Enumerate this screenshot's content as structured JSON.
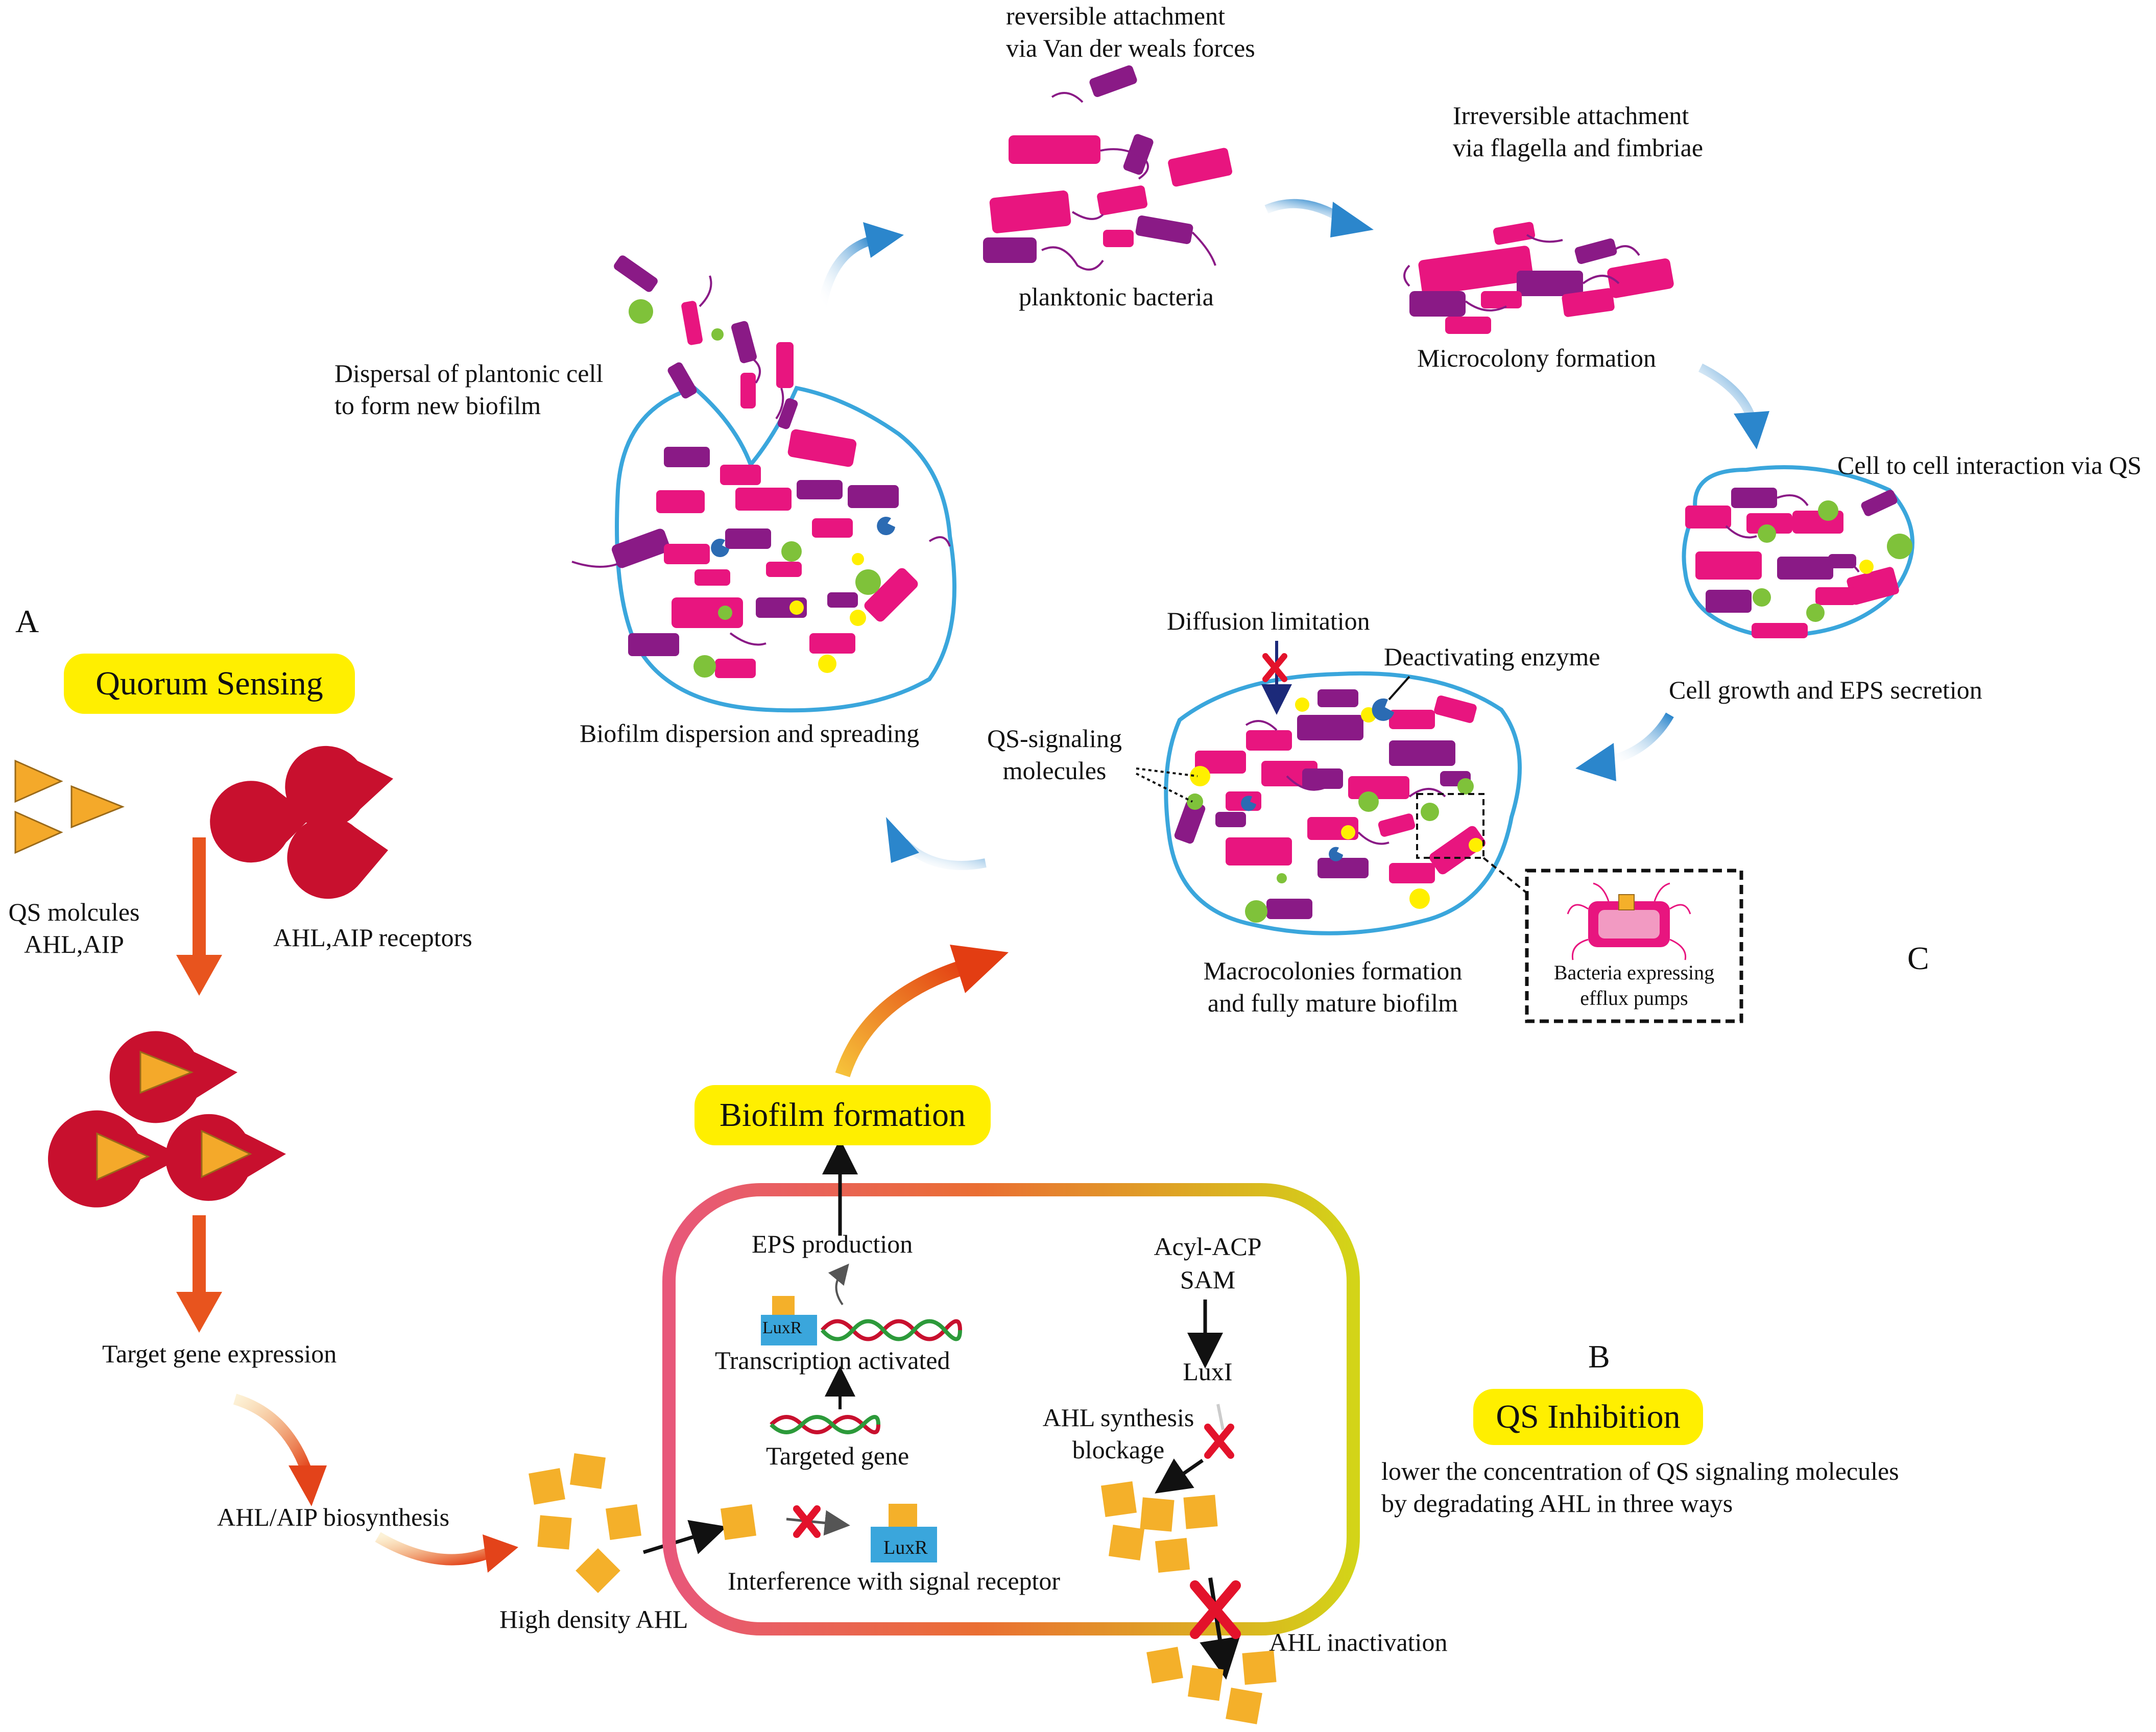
{
  "panel_letters": {
    "a": "A",
    "b": "B",
    "c": "C"
  },
  "panel_a": {
    "title": "Quorum Sensing",
    "qs_molecules": "QS molcules\nAHL,AIP",
    "receptors": "AHL,AIP receptors",
    "target_gene": "Target gene expression",
    "biosynthesis": "AHL/AIP biosynthesis",
    "high_density": "High density AHL"
  },
  "panel_b": {
    "title": "QS Inhibition",
    "description": "lower the concentration of QS signaling molecules\nby degradating AHL in three ways",
    "biofilm_formation": "Biofilm formation",
    "eps_production": "EPS production",
    "luxr": "LuxR",
    "transcription": "Transcription activated",
    "targeted_gene": "Targeted gene",
    "interference": "Interference with signal receptor",
    "acyl_acp": "Acyl-ACP",
    "sam": "SAM",
    "luxi": "LuxI",
    "synthesis_blockage": "AHL synthesis\nblockage",
    "inactivation": "AHL inactivation"
  },
  "panel_c": {
    "reversible": "reversible attachment\nvia Van der weals forces",
    "planktonic": "planktonic bacteria",
    "irreversible": "Irreversible attachment\nvia flagella and fimbriae",
    "microcolony": "Microcolony formation",
    "cell_interaction": "Cell to cell interaction via QS",
    "cell_growth": "Cell growth and EPS secretion",
    "diffusion": "Diffusion limitation",
    "enzyme": "Deactivating enzyme",
    "qs_signaling": "QS-signaling\nmolecules",
    "macrocolonies": "Macrocolonies formation\nand fully mature biofilm",
    "efflux": "Bacteria expressing\nefflux pumps",
    "dispersal": "Dispersal of plantonic cell\nto form new biofilm",
    "dispersion": "Biofilm dispersion and spreading"
  },
  "colors": {
    "pink": "#e8157f",
    "purple": "#8a1a86",
    "blue": "#3aa6dc",
    "orange": "#e8541e",
    "yellow": "#ffef00",
    "red": "#c8102e",
    "amber": "#f4b02a"
  }
}
